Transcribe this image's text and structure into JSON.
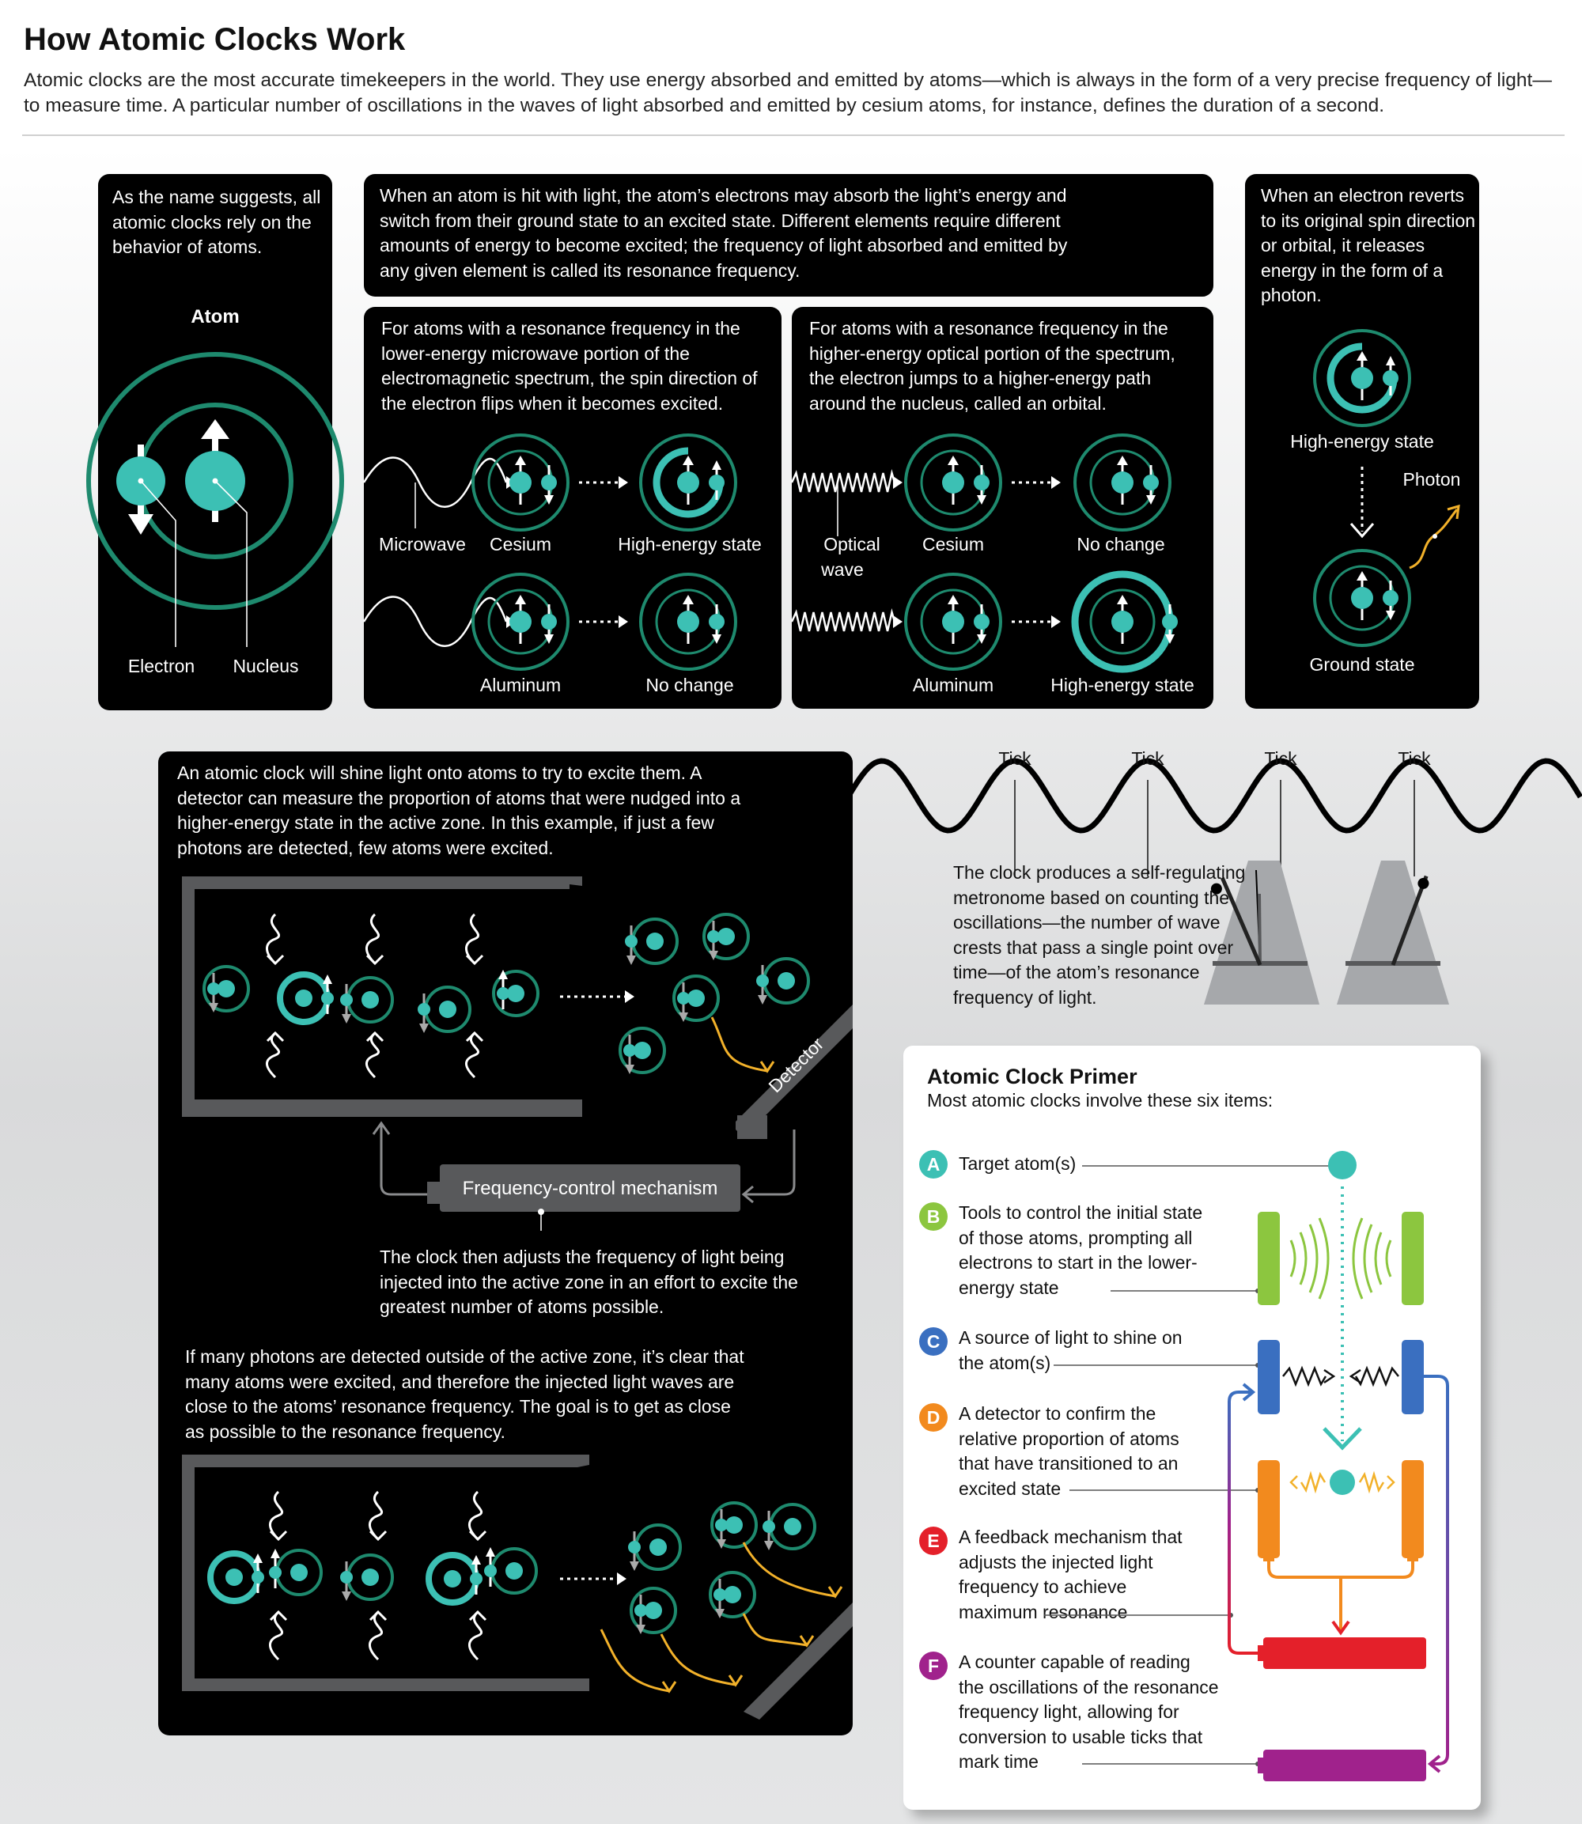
{
  "header": {
    "title": "How Atomic Clocks Work",
    "subtitle": "Atomic clocks are the most accurate timekeepers in the world. They use energy absorbed and emitted by atoms—which is always in the form of a very precise frequency of light—to measure time. A particular number of oscillations in the waves of light absorbed and emitted by cesium atoms, for instance, defines the duration of a second."
  },
  "atom_panel": {
    "text": "As the name suggests, all atomic clocks rely on the behavior of atoms.",
    "label": "Atom",
    "electron": "Electron",
    "nucleus": "Nucleus"
  },
  "intro_panel": {
    "text": "When an atom is hit with light, the atom’s electrons may absorb the light’s energy and switch from their ground state to an excited state. Different elements require different amounts of energy to become excited; the frequency of light absorbed and emitted by any given element is called its resonance frequency."
  },
  "microwave_panel": {
    "text": "For atoms with a resonance frequency in the lower-energy microwave portion of the electromagnetic spectrum, the spin direction of the electron flips when it becomes excited.",
    "wave": "Microwave",
    "cesium": "Cesium",
    "high": "High-energy state",
    "aluminum": "Aluminum",
    "nochange": "No change"
  },
  "optical_panel": {
    "text": "For atoms with a resonance frequency in the higher-energy optical portion of the spectrum, the electron jumps to a higher-energy path around the nucleus, called an orbital.",
    "wave1": "Optical",
    "wave2": "wave",
    "cesium": "Cesium",
    "nochange": "No change",
    "aluminum": "Aluminum",
    "high": "High-energy state"
  },
  "photon_panel": {
    "text": "When an electron reverts to its original spin direction or orbital, it releases energy in the form of a photon.",
    "high": "High-energy state",
    "photon": "Photon",
    "ground": "Ground state"
  },
  "clock_panel": {
    "text1": "An atomic clock will shine light onto atoms to try to excite them. A detector can measure the proportion of atoms that were nudged into a higher-energy state in the active zone. In this example, if just a few photons are detected, few atoms were excited.",
    "detector": "Detector",
    "mechanism": "Frequency-control mechanism",
    "text2": "The clock then adjusts the frequency of light being injected into the active zone in an effort to excite the greatest number of atoms possible.",
    "text3": "If many photons are detected outside of the active zone, it’s clear that many atoms were excited, and therefore the injected light waves are close to the atoms’ resonance frequency. The goal is to get as close as possible to the resonance frequency."
  },
  "metronome": {
    "tick": "Tick",
    "text": "The clock produces a self-regulating metronome based on counting the oscillations—the number of wave crests that pass a single point over time—of the atom’s resonance frequency of light."
  },
  "primer": {
    "title": "Atomic Clock Primer",
    "subtitle": "Most atomic clocks involve these six items:",
    "items": [
      {
        "letter": "A",
        "text": "Target atom(s)"
      },
      {
        "letter": "B",
        "text": "Tools to control the initial state of those atoms, prompting all electrons to start in the lower-energy state"
      },
      {
        "letter": "C",
        "text": "A source of light to shine on the atom(s)"
      },
      {
        "letter": "D",
        "text": "A detector to confirm the relative proportion of atoms that have transitioned to an excited state"
      },
      {
        "letter": "E",
        "text": "A feedback mechanism that adjusts the injected light frequency to achieve maximum resonance"
      },
      {
        "letter": "F",
        "text": "A counter capable of reading the oscillations of the resonance frequency light, allowing for conversion to usable ticks that mark time"
      }
    ]
  },
  "colors": {
    "teal": "#3cc0b4",
    "ring": "#1e8a6e",
    "gold": "#f2b12a",
    "green": "#8cc63f",
    "blue": "#3a6fc0",
    "orange": "#f28a1e",
    "red": "#e4202a",
    "purple": "#a0228c"
  }
}
